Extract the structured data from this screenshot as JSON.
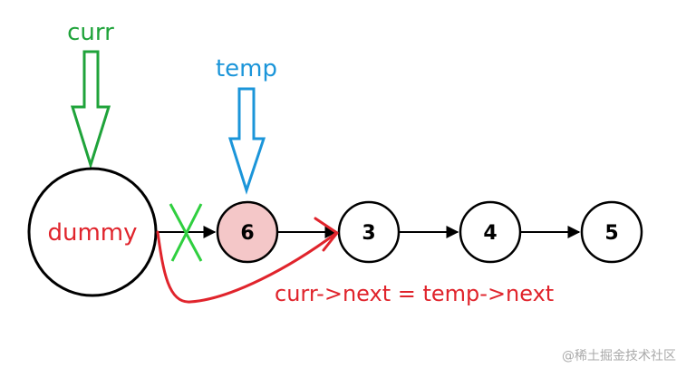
{
  "labels": {
    "curr": "curr",
    "temp": "temp",
    "dummy": "dummy",
    "annotation": "curr->next = temp->next",
    "watermark": "@稀土掘金技术社区"
  },
  "nodes": [
    {
      "value": "6",
      "state": "highlighted"
    },
    {
      "value": "3",
      "state": "normal"
    },
    {
      "value": "4",
      "state": "normal"
    },
    {
      "value": "5",
      "state": "normal"
    }
  ],
  "colors": {
    "curr": "#1fa33a",
    "temp": "#1b95d9",
    "annotation": "#e0242c",
    "node_highlight": "#f4c7c8",
    "cross": "#2fcf3f",
    "line": "#000000",
    "watermark": "#aaaaaa"
  }
}
